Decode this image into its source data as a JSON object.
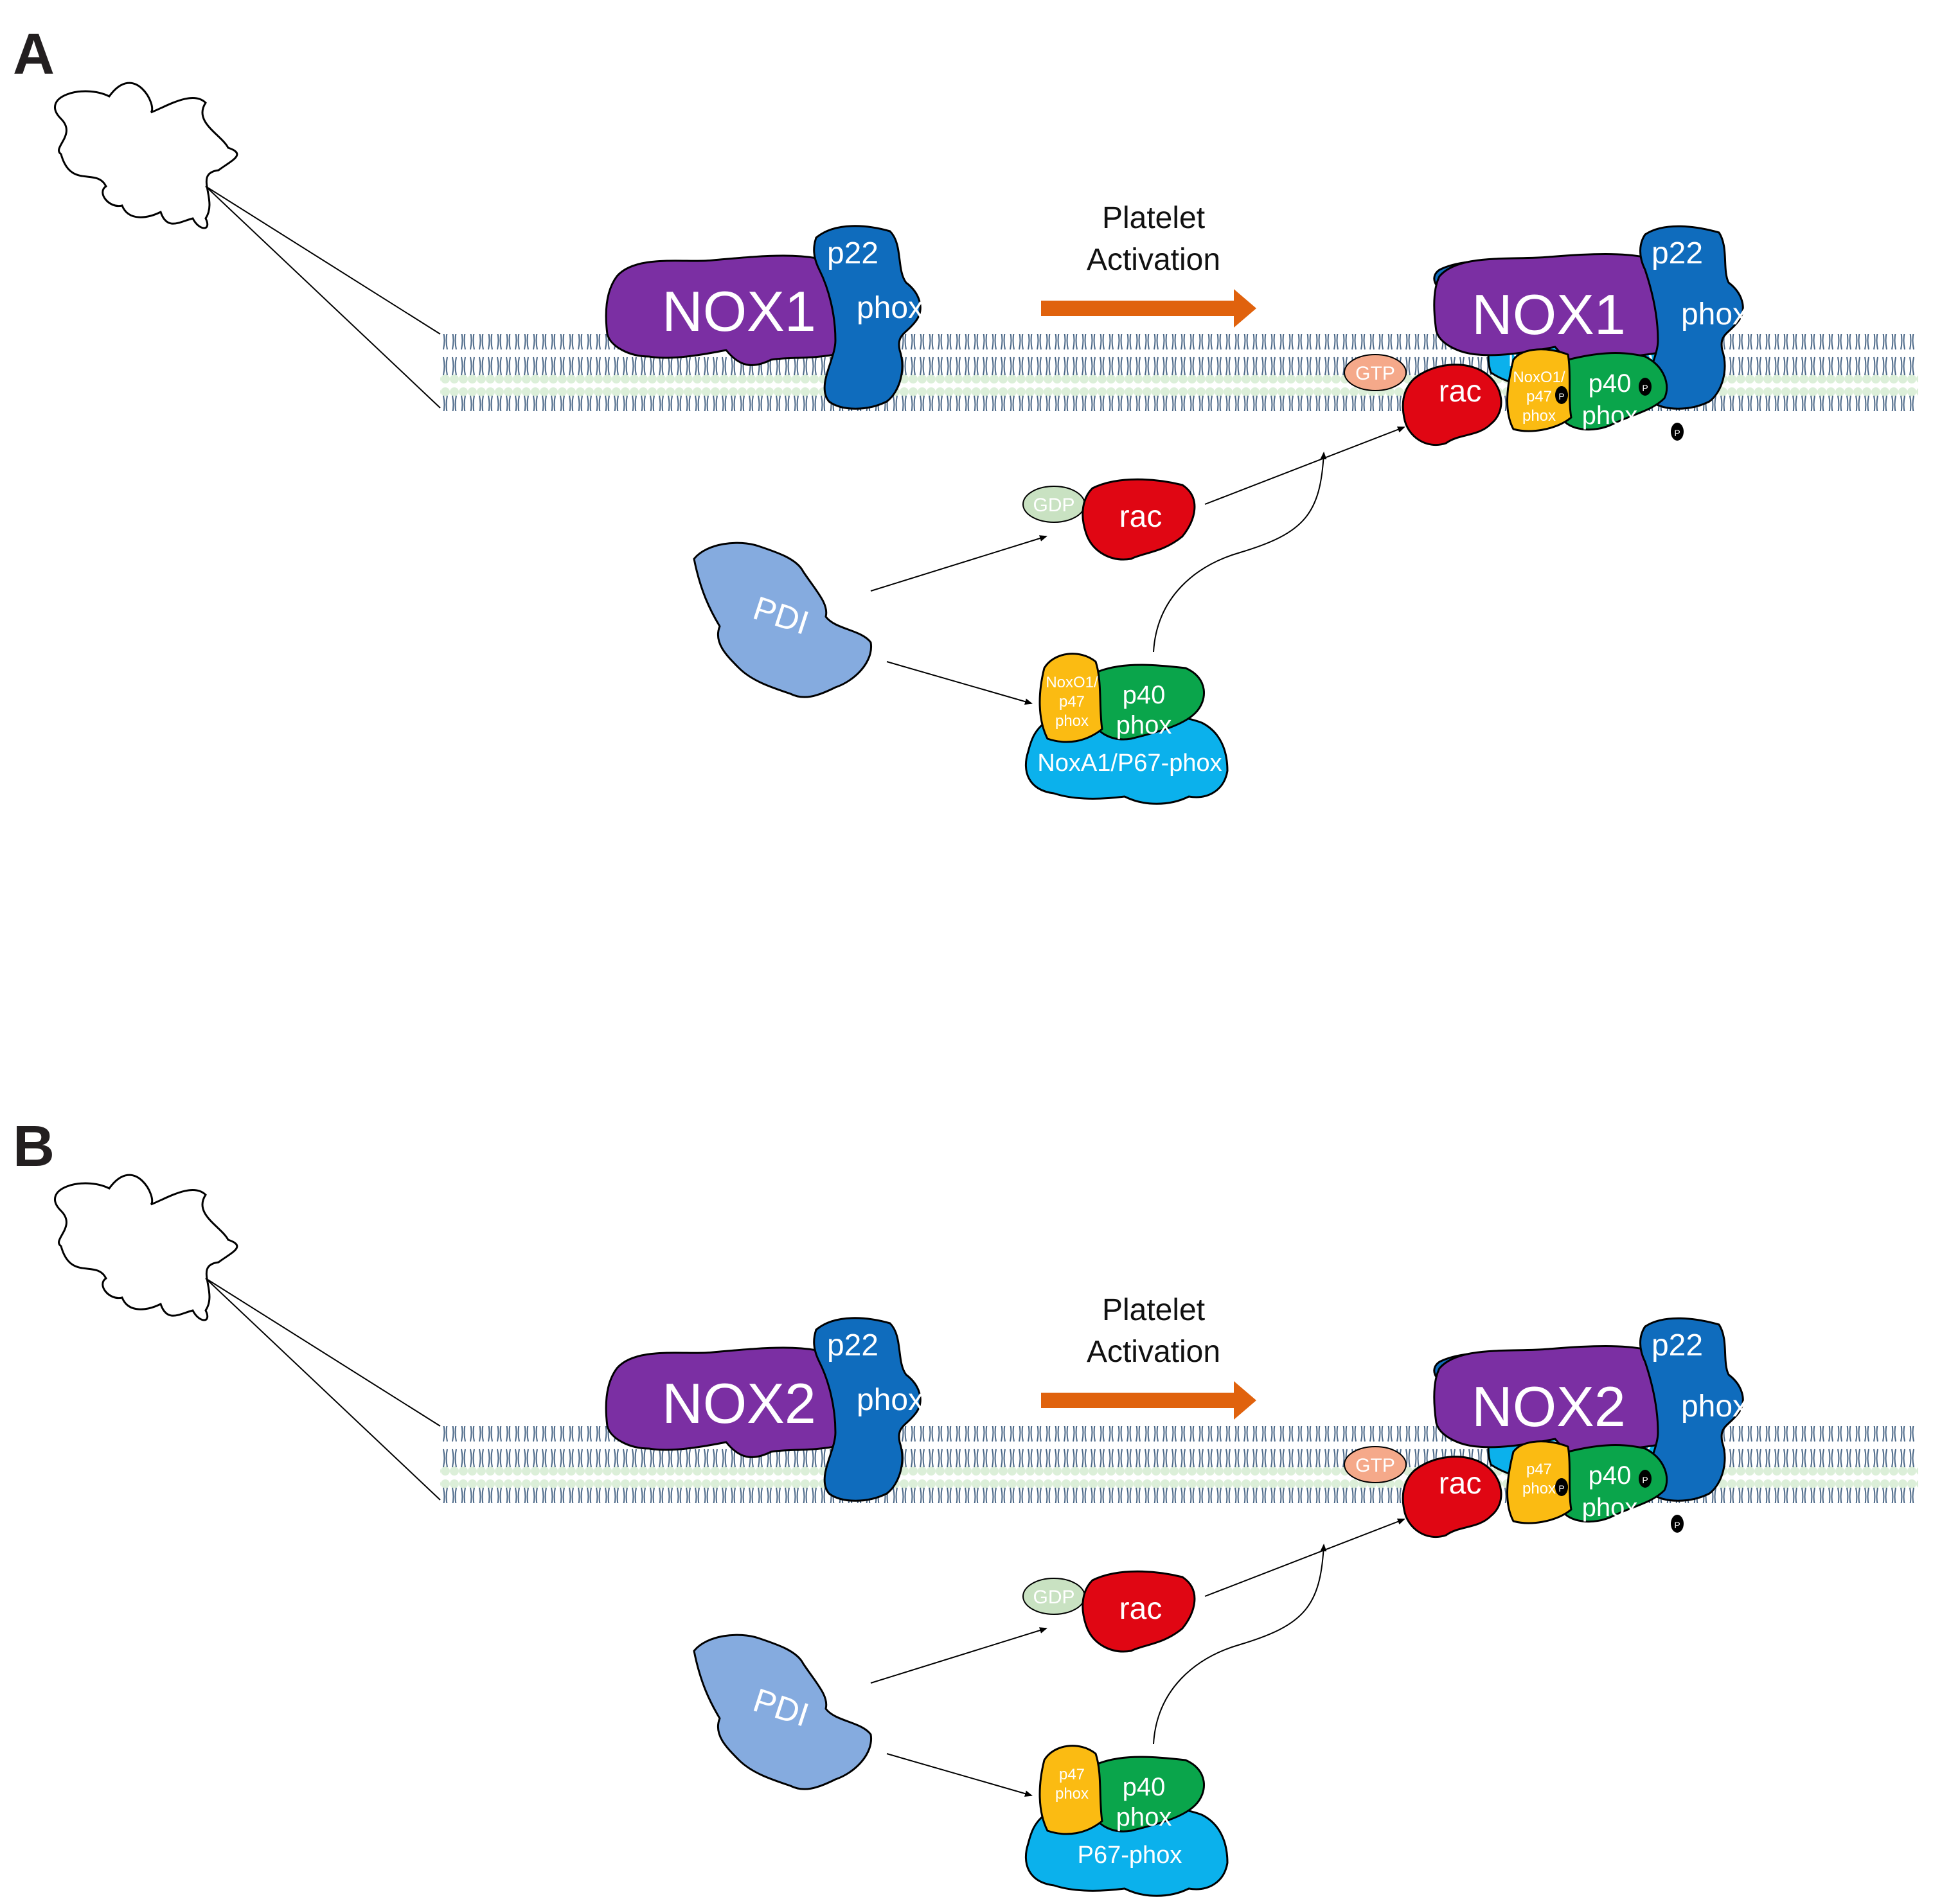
{
  "panels": [
    {
      "letter": "A",
      "nox": "NOX1",
      "p22": "p22",
      "phox": "phox",
      "activation_line1": "Platelet",
      "activation_line2": "Activation",
      "gtp": "GTP",
      "gdp": "GDP",
      "rac": "rac",
      "pdi": "PDI",
      "p47_line1": "NoxO1/",
      "p47_line2": "p47",
      "p47_line3": "phox",
      "p40_line1": "p40",
      "p40_line2": "phox",
      "p67": "NoxA1/P67-phox",
      "phospho": "P"
    },
    {
      "letter": "B",
      "nox": "NOX2",
      "p22": "p22",
      "phox": "phox",
      "activation_line1": "Platelet",
      "activation_line2": "Activation",
      "gtp": "GTP",
      "gdp": "GDP",
      "rac": "rac",
      "pdi": "PDI",
      "p47_line1": "p47",
      "p47_line2": "phox",
      "p47_line3": "",
      "p40_line1": "p40",
      "p40_line2": "phox",
      "p67": "P67-phox",
      "phospho": "P"
    }
  ],
  "colors": {
    "nox": "#7b2fa3",
    "p22phox": "#0f6cbd",
    "rac": "#e00613",
    "pdi": "#85abdf",
    "p47": "#fbbb12",
    "p40": "#0aa54b",
    "p67": "#0bb1ec",
    "gtp": "#f5a98a",
    "gdp": "#c9e2c2",
    "arrow": "#e0620d",
    "membrane": "#dcefd9",
    "lipid": "#4a6787"
  }
}
